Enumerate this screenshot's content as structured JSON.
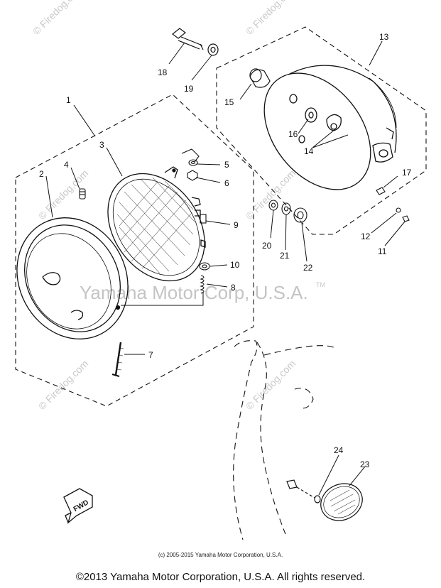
{
  "labels": {
    "p1": "1",
    "p2": "2",
    "p3": "3",
    "p4": "4",
    "p5": "5",
    "p6": "6",
    "p7": "7",
    "p8": "8",
    "p9": "9",
    "p10": "10",
    "p11": "11",
    "p12": "12",
    "p13": "13",
    "p14": "14",
    "p15": "15",
    "p16": "16",
    "p17": "17",
    "p18": "18",
    "p19": "19",
    "p20": "20",
    "p21": "21",
    "p22": "22",
    "p23": "23",
    "p24": "24"
  },
  "fwd_mark": "FWD",
  "watermarks": {
    "firedog": "© Firedog.com",
    "center": "Yamaha Motor Corp, U.S.A.",
    "tm": "TM"
  },
  "small_copyright": "(c) 2005-2015 Yamaha Motor Corporation, U.S.A.",
  "footer": "©2013 Yamaha Motor Corporation, U.S.A. All rights reserved."
}
